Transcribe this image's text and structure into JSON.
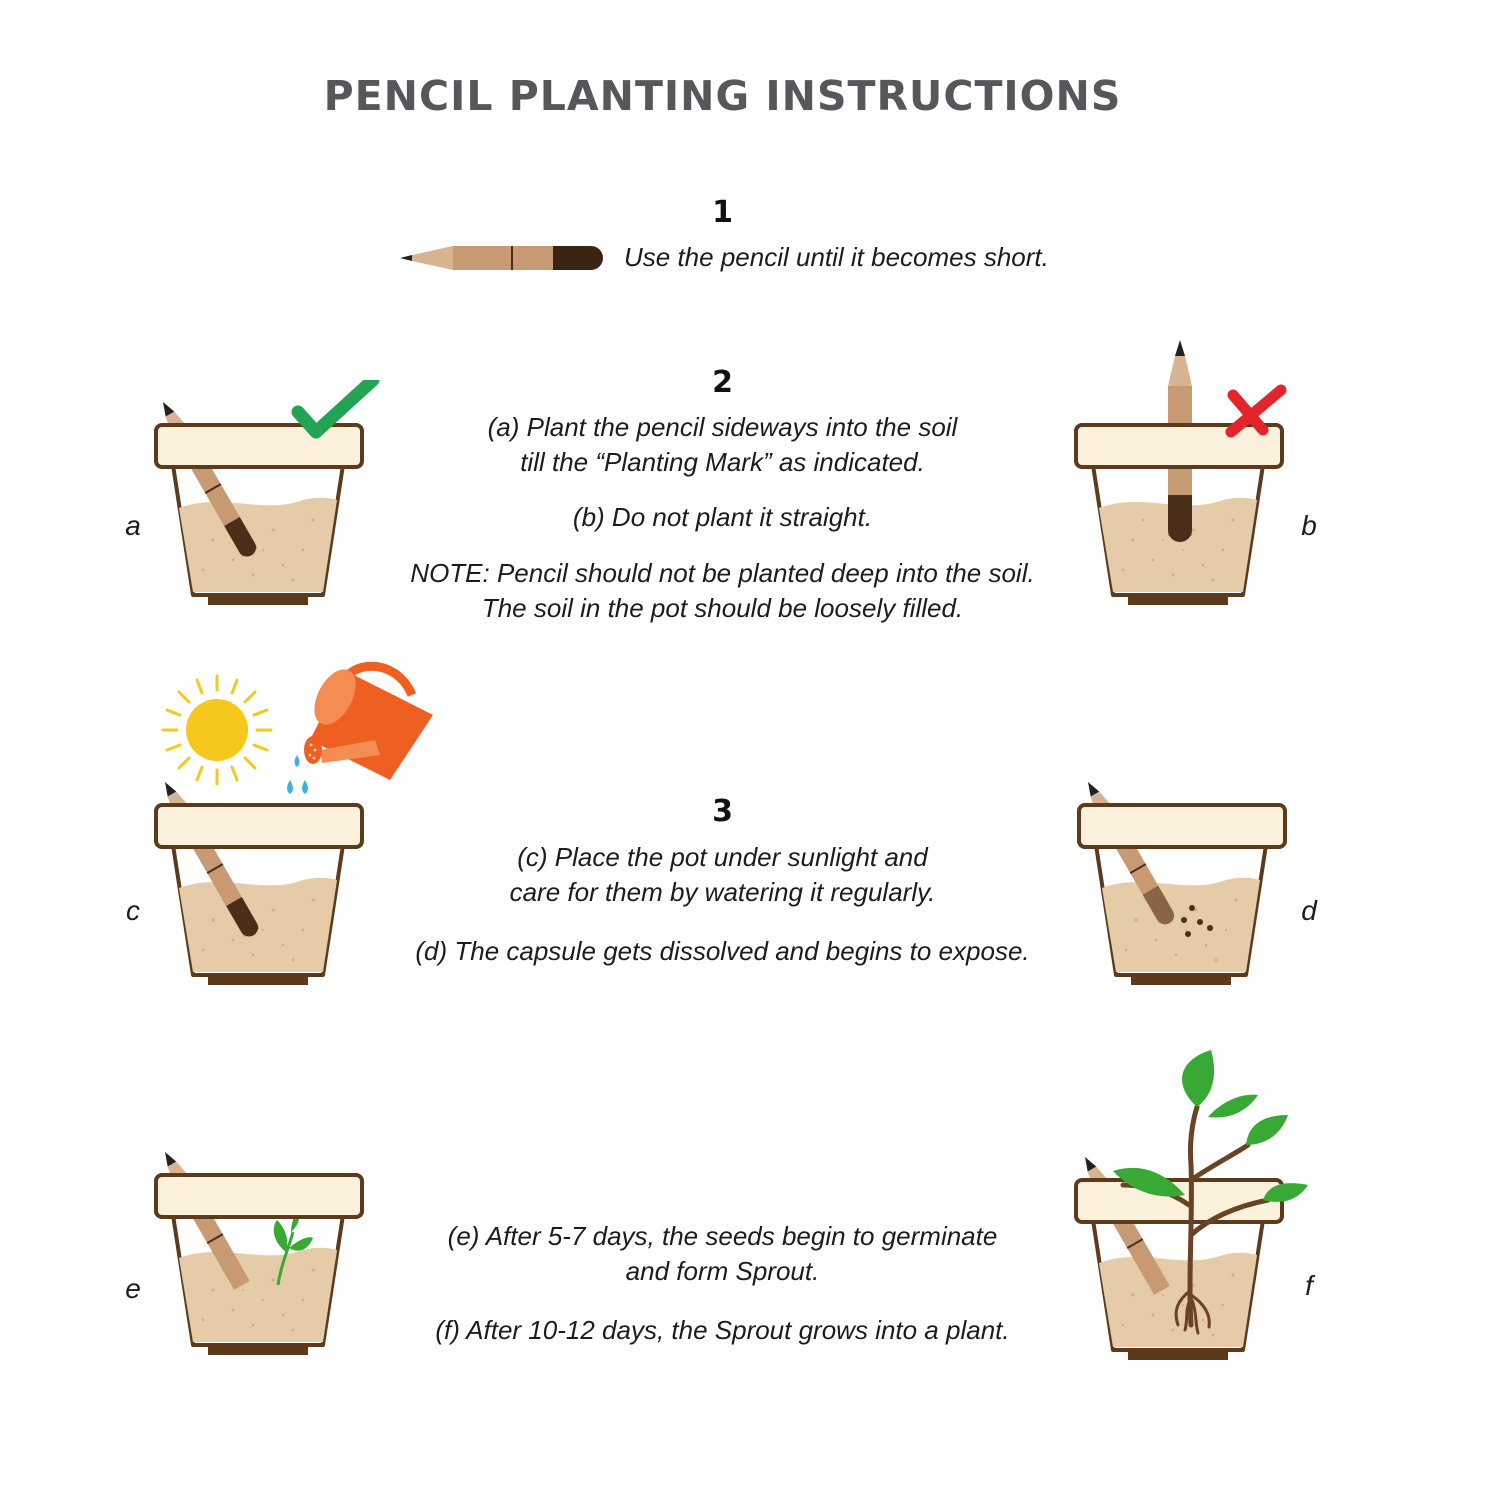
{
  "title": "PENCIL PLANTING INSTRUCTIONS",
  "colors": {
    "title": "#55575a",
    "pot_rim": "#fbf1dd",
    "pot_outline": "#5e3a1d",
    "soil": "#e5cba7",
    "pencil_wood": "#c79a73",
    "pencil_capsule": "#4a2e17",
    "check": "#22a454",
    "cross": "#e3242b",
    "sun": "#f6c81c",
    "can": "#f05f22",
    "water": "#3fb2e3",
    "leaf": "#39a935"
  },
  "step1": {
    "number": "1",
    "text": "Use the pencil until it becomes short.",
    "icon": "pencil-icon"
  },
  "step2": {
    "number": "2",
    "a_line1": "(a) Plant the pencil sideways into the soil",
    "a_line2": "till the “Planting Mark” as indicated.",
    "b": "(b) Do not plant it straight.",
    "note_line1": "NOTE: Pencil should not be planted deep into the soil.",
    "note_line2": "The soil in the pot should be loosely filled."
  },
  "step3": {
    "number": "3",
    "c_line1": "(c) Place the pot under sunlight and",
    "c_line2": "care for them by watering it regularly.",
    "d": "(d) The capsule gets dissolved and begins to expose."
  },
  "step4": {
    "e_line1": "(e) After 5-7 days, the seeds begin to germinate",
    "e_line2": "and form Sprout.",
    "f": "(f) After 10-12 days, the Sprout grows into a plant."
  },
  "letters": {
    "a": "a",
    "b": "b",
    "c": "c",
    "d": "d",
    "e": "e",
    "f": "f"
  }
}
